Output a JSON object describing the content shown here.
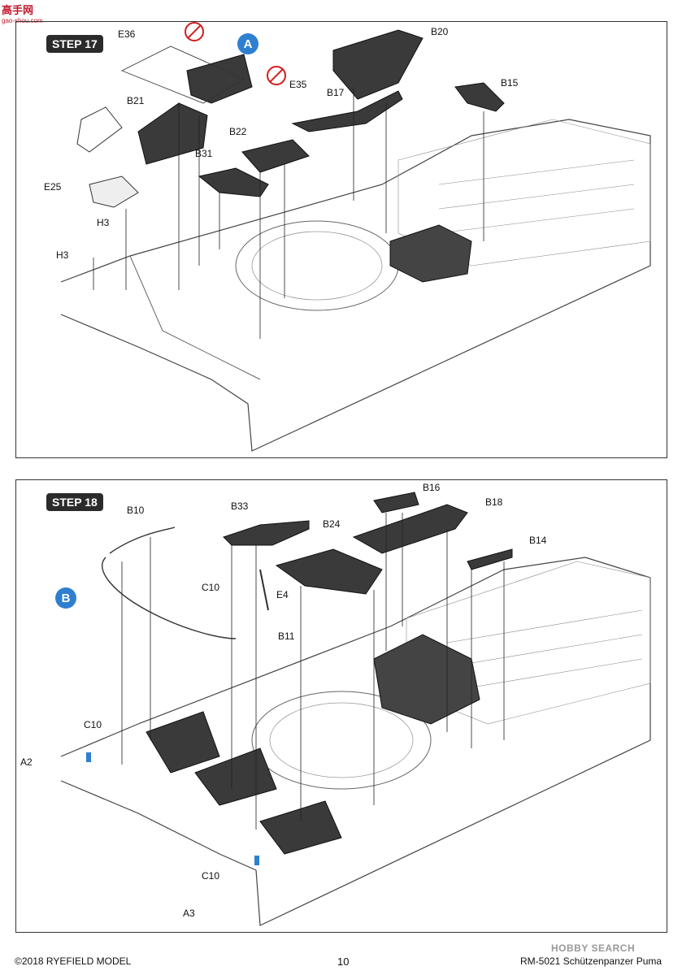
{
  "site_logo": {
    "text": "高手网",
    "sub": "gao-shou.com"
  },
  "step17": {
    "title": "STEP 17",
    "callout": "A",
    "labels": {
      "e36": "E36",
      "e35": "E35",
      "b20": "B20",
      "b15": "B15",
      "b17": "B17",
      "b21": "B21",
      "b22": "B22",
      "b31": "B31",
      "e25": "E25",
      "h3a": "H3",
      "h3b": "H3"
    }
  },
  "step18": {
    "title": "STEP 18",
    "callout": "B",
    "labels": {
      "b10": "B10",
      "b33": "B33",
      "b16": "B16",
      "b18": "B18",
      "b24": "B24",
      "b14": "B14",
      "c10a": "C10",
      "e4": "E4",
      "b11": "B11",
      "c10b": "C10",
      "a2": "A2",
      "c10c": "C10",
      "a3": "A3"
    }
  },
  "footer": {
    "copyright": "©2018 RYEFIELD MODEL",
    "page": "10",
    "product": "RM-5021 Schützenpanzer Puma"
  },
  "watermark": "HOBBY SEARCH",
  "colors": {
    "callout": "#2f7fd0",
    "no_cement": "#d21c1c",
    "step_bg": "#2b2b2b"
  }
}
